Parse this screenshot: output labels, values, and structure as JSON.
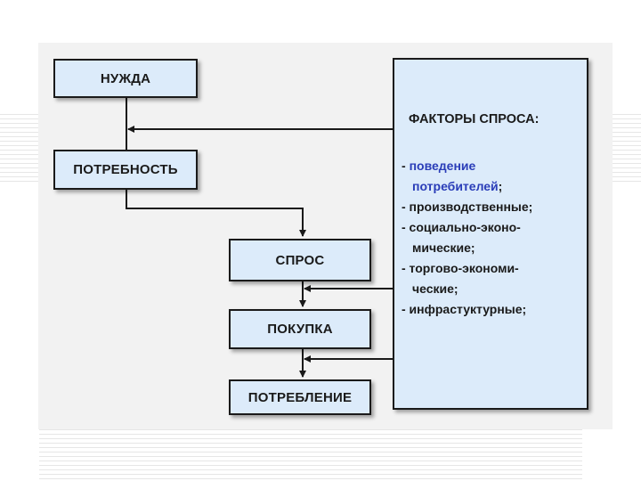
{
  "diagram": {
    "nodes": {
      "need": "НУЖДА",
      "want": "ПОТРЕБНОСТЬ",
      "demand": "СПРОС",
      "purchase": "ПОКУПКА",
      "consumption": "ПОТРЕБЛЕНИЕ"
    },
    "factors": {
      "title": "ФАКТОРЫ СПРОСА:",
      "items": [
        {
          "line1_prefix": "- ",
          "line1_highlight": "поведение",
          "line2_highlight": "потребителей",
          "line2_suffix": ";"
        },
        {
          "text": "- производственные;"
        },
        {
          "line1": "- социально-эконо-",
          "line2": "мические;"
        },
        {
          "line1": "- торгово-экономи-",
          "line2": "ческие;"
        },
        {
          "text": "- инфрастуктурные;"
        }
      ]
    },
    "edges": [
      {
        "from": "factors",
        "to": "need-want-link"
      },
      {
        "from": "want",
        "to": "demand"
      },
      {
        "from": "demand",
        "to": "purchase"
      },
      {
        "from": "factors",
        "to": "demand-purchase-link"
      },
      {
        "from": "purchase",
        "to": "consumption"
      },
      {
        "from": "factors",
        "to": "purchase-consumption-link"
      }
    ],
    "colors": {
      "box_fill": "#dcebfa",
      "border": "#1a1a1a",
      "highlight_text": "#2a3db8",
      "panel": "#f2f2f2"
    }
  }
}
